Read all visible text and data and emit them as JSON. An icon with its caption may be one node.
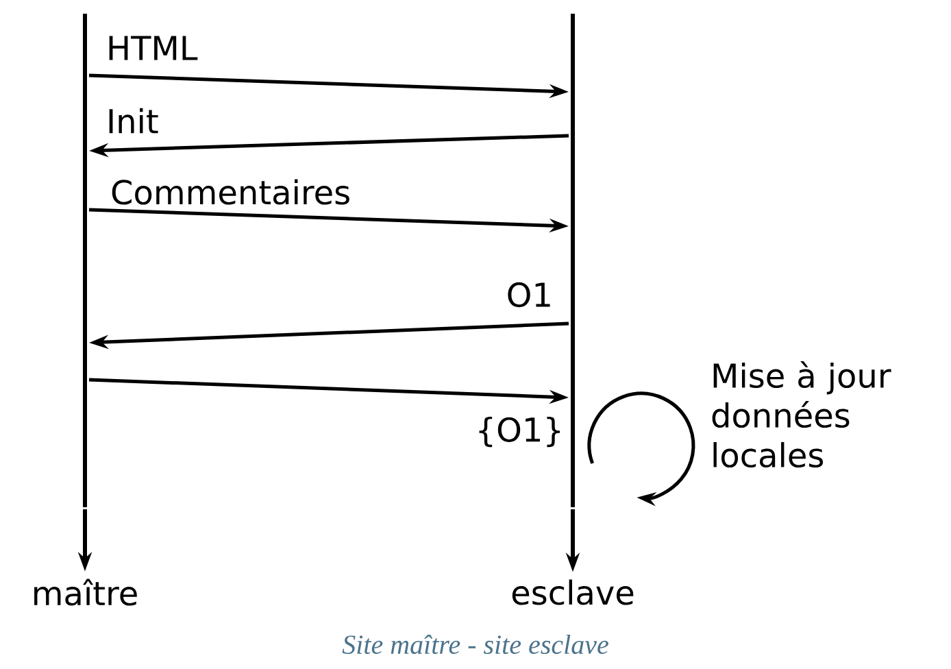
{
  "diagram": {
    "caption": "Site maître - site esclave",
    "nodes": [
      {
        "text": [],
        "shape": "bar"
      },
      {
        "text": [],
        "shape": "bar"
      },
      {
        "text": [
          "maître"
        ]
      },
      {
        "text": [
          "esclave"
        ]
      }
    ],
    "edges": [
      {
        "from": 0,
        "to": 2,
        "arrow": "to"
      },
      {
        "from": 1,
        "to": 3,
        "arrow": "to"
      },
      {
        "from": 0,
        "to": 1,
        "arrow": "to",
        "label": "HTML"
      },
      {
        "from": 1,
        "to": 0,
        "arrow": "to",
        "label": "Init"
      },
      {
        "from": 0,
        "to": 1,
        "arrow": "to",
        "label": "Commentaires"
      },
      {
        "from": 1,
        "to": 0,
        "arrow": "to",
        "label": "O1"
      },
      {
        "from": 0,
        "to": 1,
        "arrow": "to",
        "label": "{O1}"
      }
    ],
    "labels": [
      "Mise à jour données locales"
    ]
  }
}
